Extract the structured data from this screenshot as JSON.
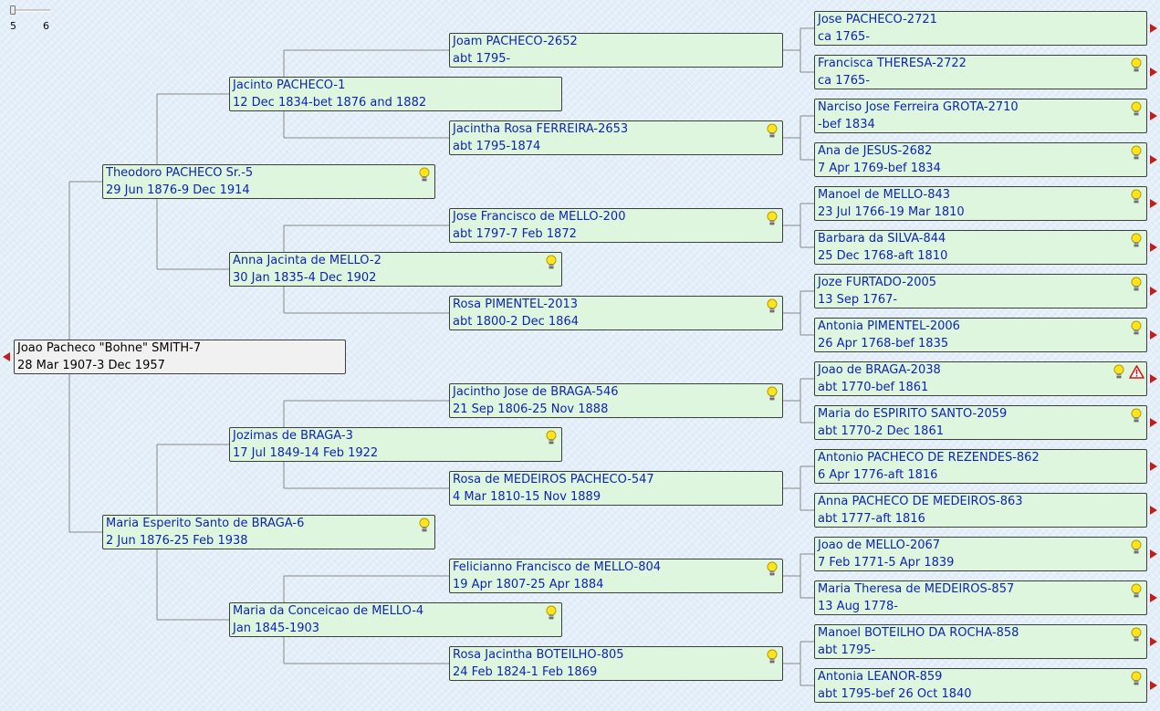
{
  "slider": {
    "min_label": "5",
    "max_label": "6"
  },
  "root": {
    "name": "Joao Pacheco \"Bohne\" SMITH-7",
    "dates": "28 Mar 1907-3 Dec 1957"
  },
  "gen1": [
    {
      "name": "Theodoro PACHECO Sr.-5",
      "dates": "29 Jun 1876-9 Dec 1914",
      "note": true
    },
    {
      "name": "Maria Esperito Santo de BRAGA-6",
      "dates": "2 Jun 1876-25 Feb 1938",
      "note": true
    }
  ],
  "gen2": [
    {
      "name": "Jacinto PACHECO-1",
      "dates": "12 Dec 1834-bet 1876 and 1882",
      "note": false
    },
    {
      "name": "Anna Jacinta de MELLO-2",
      "dates": "30 Jan 1835-4 Dec 1902",
      "note": true
    },
    {
      "name": "Jozimas de BRAGA-3",
      "dates": "17 Jul 1849-14 Feb 1922",
      "note": true
    },
    {
      "name": "Maria da Conceicao de MELLO-4",
      "dates": "Jan 1845-1903",
      "note": true
    }
  ],
  "gen3": [
    {
      "name": "Joam PACHECO-2652",
      "dates": "abt 1795-",
      "note": false
    },
    {
      "name": "Jacintha Rosa FERREIRA-2653",
      "dates": "abt 1795-1874",
      "note": true
    },
    {
      "name": "Jose Francisco de MELLO-200",
      "dates": "abt 1797-7 Feb 1872",
      "note": true
    },
    {
      "name": "Rosa PIMENTEL-2013",
      "dates": "abt 1800-2 Dec 1864",
      "note": true
    },
    {
      "name": "Jacintho Jose de BRAGA-546",
      "dates": "21 Sep 1806-25 Nov 1888",
      "note": true
    },
    {
      "name": "Rosa de MEDEIROS PACHECO-547",
      "dates": "4 Mar 1810-15 Nov 1889",
      "note": false
    },
    {
      "name": "Felicianno Francisco de MELLO-804",
      "dates": "19 Apr 1807-25 Apr 1884",
      "note": true
    },
    {
      "name": "Rosa Jacintha BOTEILHO-805",
      "dates": "24 Feb 1824-1 Feb 1869",
      "note": true
    }
  ],
  "gen4": [
    {
      "name": "Jose PACHECO-2721",
      "dates": "ca 1765-",
      "note": false
    },
    {
      "name": "Francisca THERESA-2722",
      "dates": "ca 1765-",
      "note": true
    },
    {
      "name": "Narciso Jose Ferreira GROTA-2710",
      "dates": "-bef 1834",
      "note": true
    },
    {
      "name": "Ana de JESUS-2682",
      "dates": "7 Apr 1769-bef 1834",
      "note": true
    },
    {
      "name": "Manoel de MELLO-843",
      "dates": "23 Jul 1766-19 Mar 1810",
      "note": true
    },
    {
      "name": "Barbara da SILVA-844",
      "dates": "25 Dec 1768-aft 1810",
      "note": true
    },
    {
      "name": "Joze FURTADO-2005",
      "dates": "13 Sep 1767-",
      "note": true
    },
    {
      "name": "Antonia PIMENTEL-2006",
      "dates": "26 Apr 1768-bef 1835",
      "note": true
    },
    {
      "name": "Joao de BRAGA-2038",
      "dates": "abt 1770-bef 1861",
      "note": true,
      "warning": true
    },
    {
      "name": "Maria do ESPIRITO SANTO-2059",
      "dates": "abt 1770-2 Dec 1861",
      "note": true
    },
    {
      "name": "Antonio PACHECO DE REZENDES-862",
      "dates": "6 Apr 1776-aft 1816",
      "note": false
    },
    {
      "name": "Anna PACHECO DE MEDEIROS-863",
      "dates": "abt 1777-aft 1816",
      "note": false
    },
    {
      "name": "Joao de MELLO-2067",
      "dates": "7 Feb 1771-5 Apr 1839",
      "note": true
    },
    {
      "name": "Maria Theresa de MEDEIROS-857",
      "dates": "13 Aug 1778-",
      "note": true
    },
    {
      "name": "Manoel BOTEILHO DA ROCHA-858",
      "dates": "abt 1795-",
      "note": true
    },
    {
      "name": "Antonia LEANOR-859",
      "dates": "abt 1795-bef 26 Oct 1840",
      "note": true
    }
  ],
  "colors": {
    "box_fill": "#dff6de",
    "root_fill": "#f1f1f1",
    "name_text": "#0f23b5",
    "arrow": "#c21d1d",
    "bulb": "#ffe51a",
    "line": "#888888"
  }
}
